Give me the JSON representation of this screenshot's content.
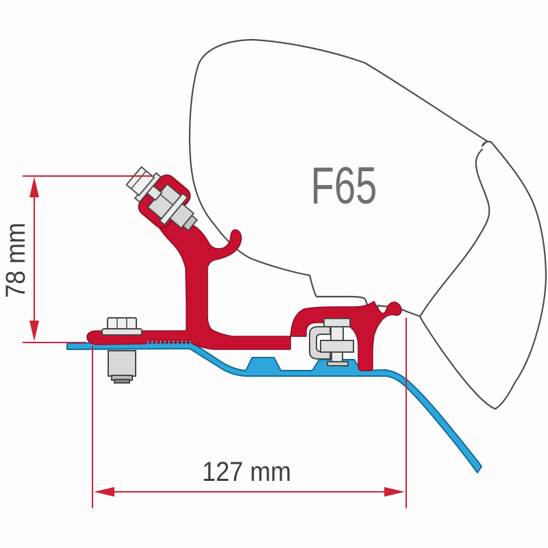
{
  "diagram": {
    "product_label": "F65",
    "dimensions": {
      "height": {
        "label": "78 mm",
        "value_mm": 78
      },
      "width": {
        "label": "127 mm",
        "value_mm": 127
      }
    },
    "colors": {
      "bracket_red": "#c81130",
      "bracket_red_outline": "#8f0d22",
      "roof_blue": "#2fa6db",
      "roof_blue_outline": "#0e6d9a",
      "dimension_red": "#cc2233",
      "case_outline_gray": "#4d4d4d",
      "product_label_gray": "#6f6f6f",
      "dimension_text_dark": "#3d3d3d",
      "hardware_gray": "#d9d9d9"
    },
    "parts": [
      {
        "name": "awning-case-profile",
        "color": "#4d4d4d"
      },
      {
        "name": "adapter-bracket",
        "color": "#c81130"
      },
      {
        "name": "vehicle-roof-profile",
        "color": "#2fa6db"
      },
      {
        "name": "fastener-hardware",
        "color": "#d9d9d9"
      }
    ]
  }
}
